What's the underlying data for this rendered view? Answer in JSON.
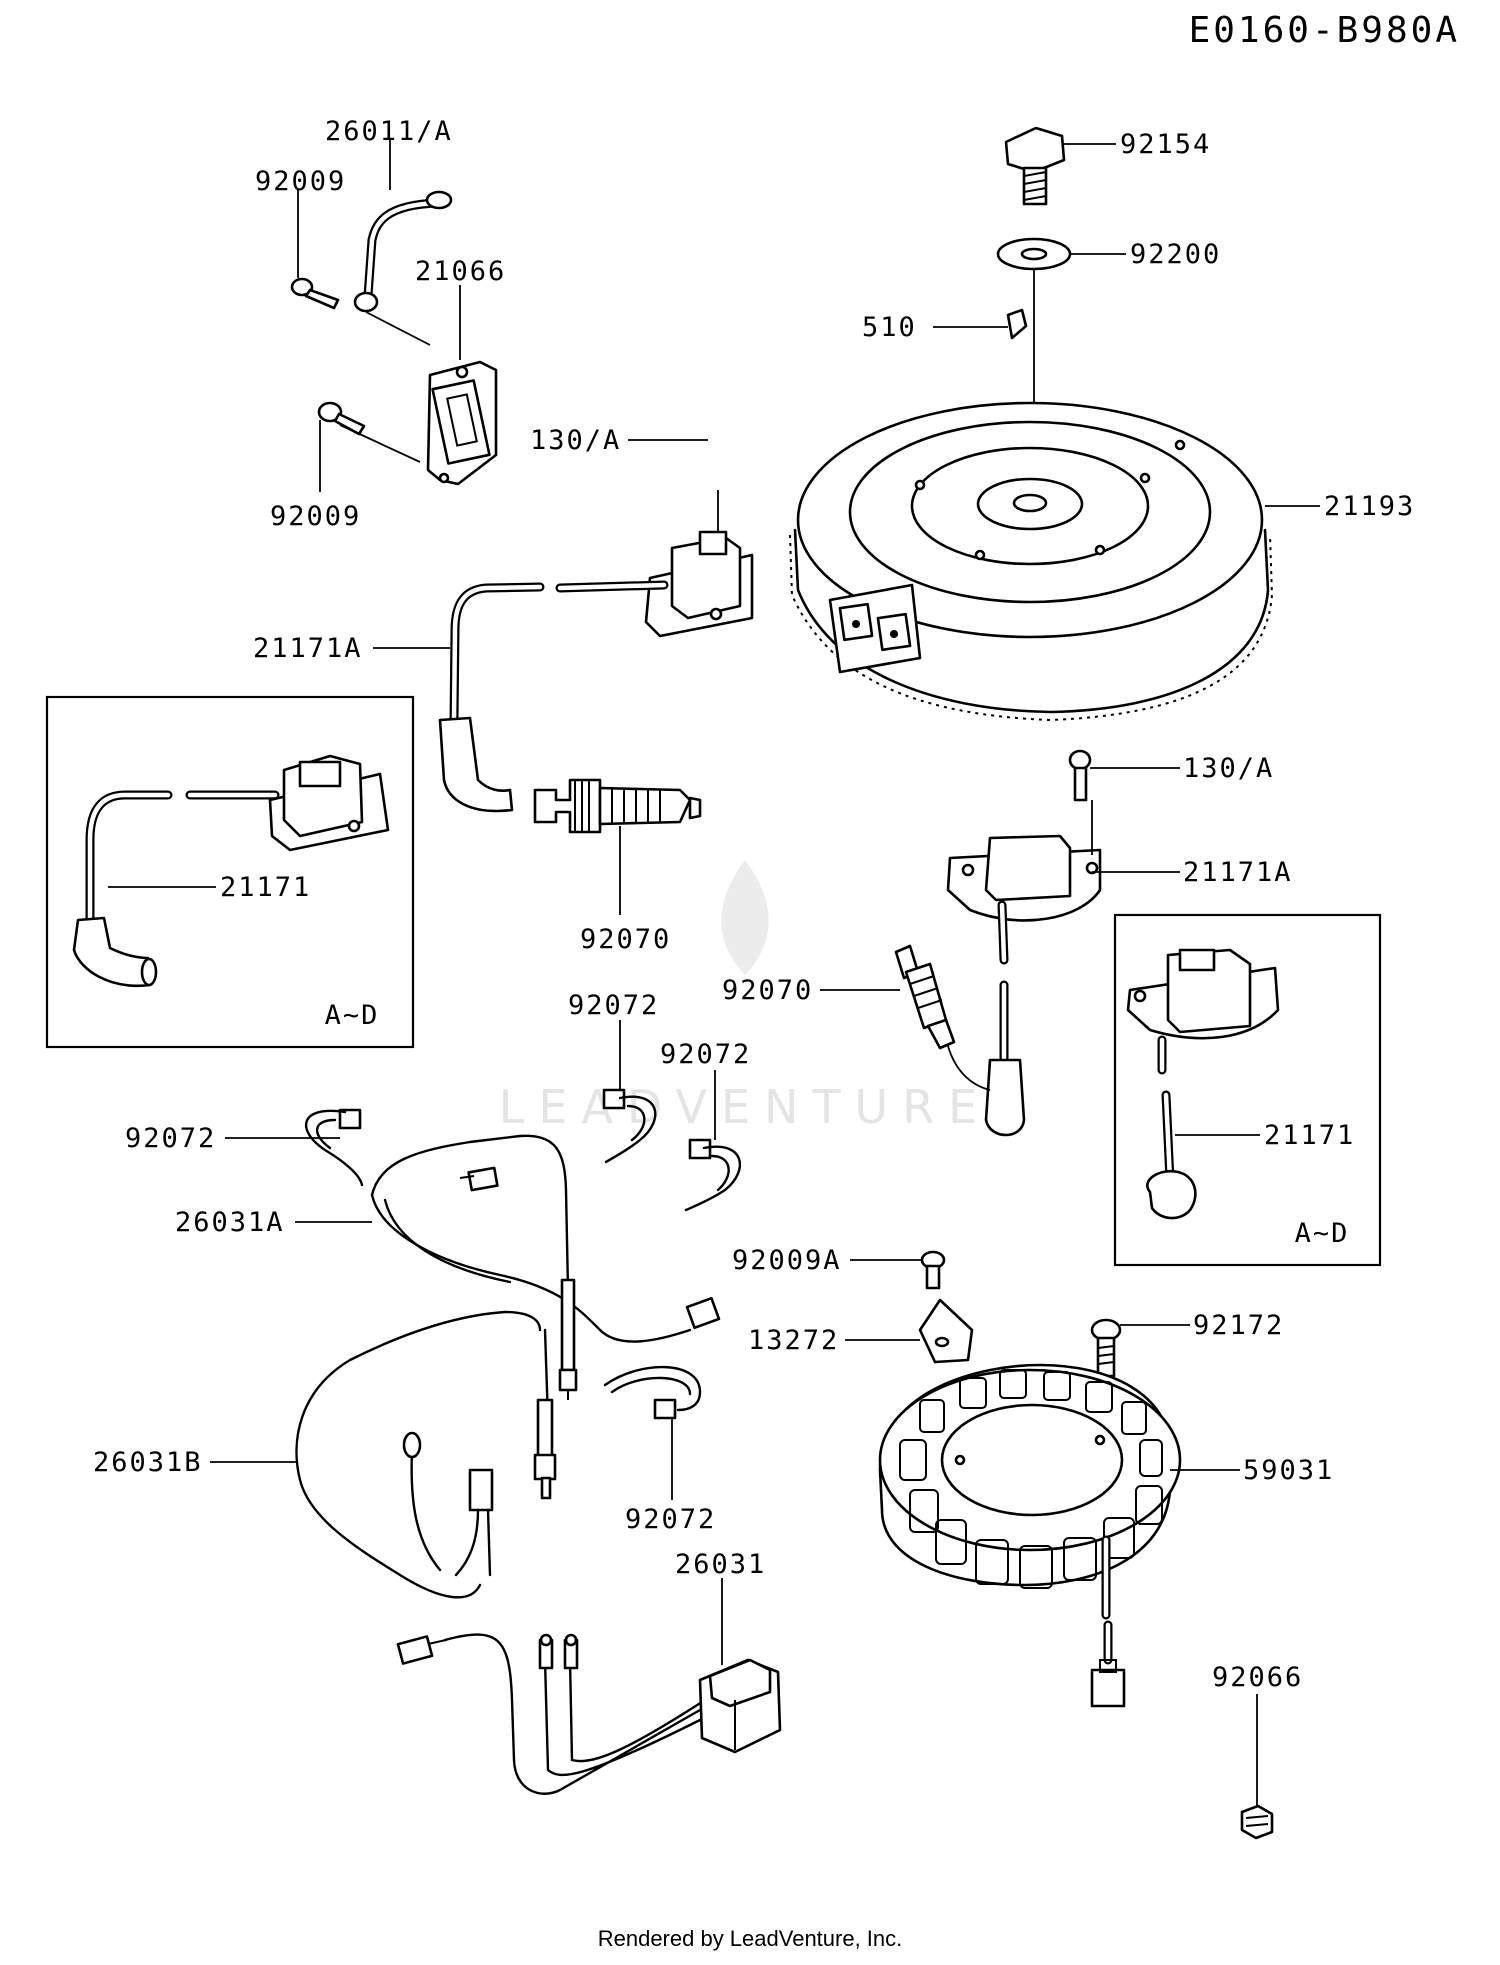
{
  "diagram_code": "E0160-B980A",
  "footer": "Rendered by LeadVenture, Inc.",
  "watermark": "LEADVENTURE",
  "callouts": {
    "c26011a": "26011/A",
    "c92009_top": "92009",
    "c21066": "21066",
    "c92009_bot": "92009",
    "c92154": "92154",
    "c92200": "92200",
    "c510": "510",
    "c130a_top": "130/A",
    "c21193": "21193",
    "c21171a_left": "21171A",
    "c21171_inset_left": "21171",
    "c92070_left": "92070",
    "c130a_right": "130/A",
    "c21171a_right": "21171A",
    "c92070_right": "92070",
    "c92072_a": "92072",
    "c92072_b": "92072",
    "c92072_c": "92072",
    "c26031a": "26031A",
    "c21171_inset_right": "21171",
    "c92009a": "92009A",
    "c13272": "13272",
    "c92172": "92172",
    "c59031": "59031",
    "c26031b": "26031B",
    "c92072_d": "92072",
    "c26031": "26031",
    "c92066": "92066"
  },
  "insets": {
    "left_range": "A~D",
    "right_range": "A~D"
  }
}
